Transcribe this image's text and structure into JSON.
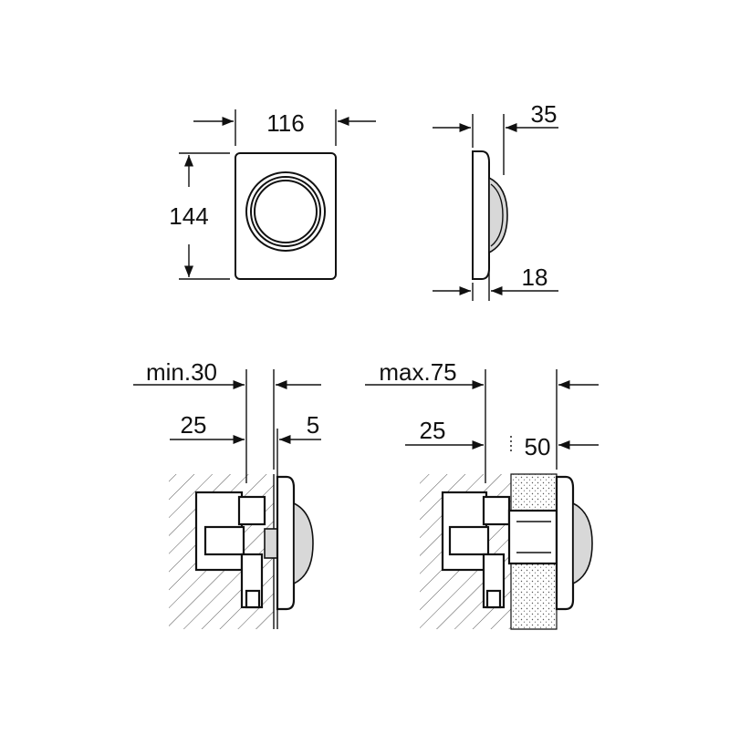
{
  "dimensions": {
    "plate_width": "116",
    "plate_height": "144",
    "plate_depth_total": "35",
    "plate_depth_front": "18",
    "min_wall_cover": "min.30",
    "left_inset": "25",
    "tile_thickness": "5",
    "max_wall_cover": "max.75",
    "right_inset": "25",
    "extension": "50"
  },
  "colors": {
    "line": "#111111",
    "shade": "#d8d8d8",
    "background": "#ffffff"
  }
}
